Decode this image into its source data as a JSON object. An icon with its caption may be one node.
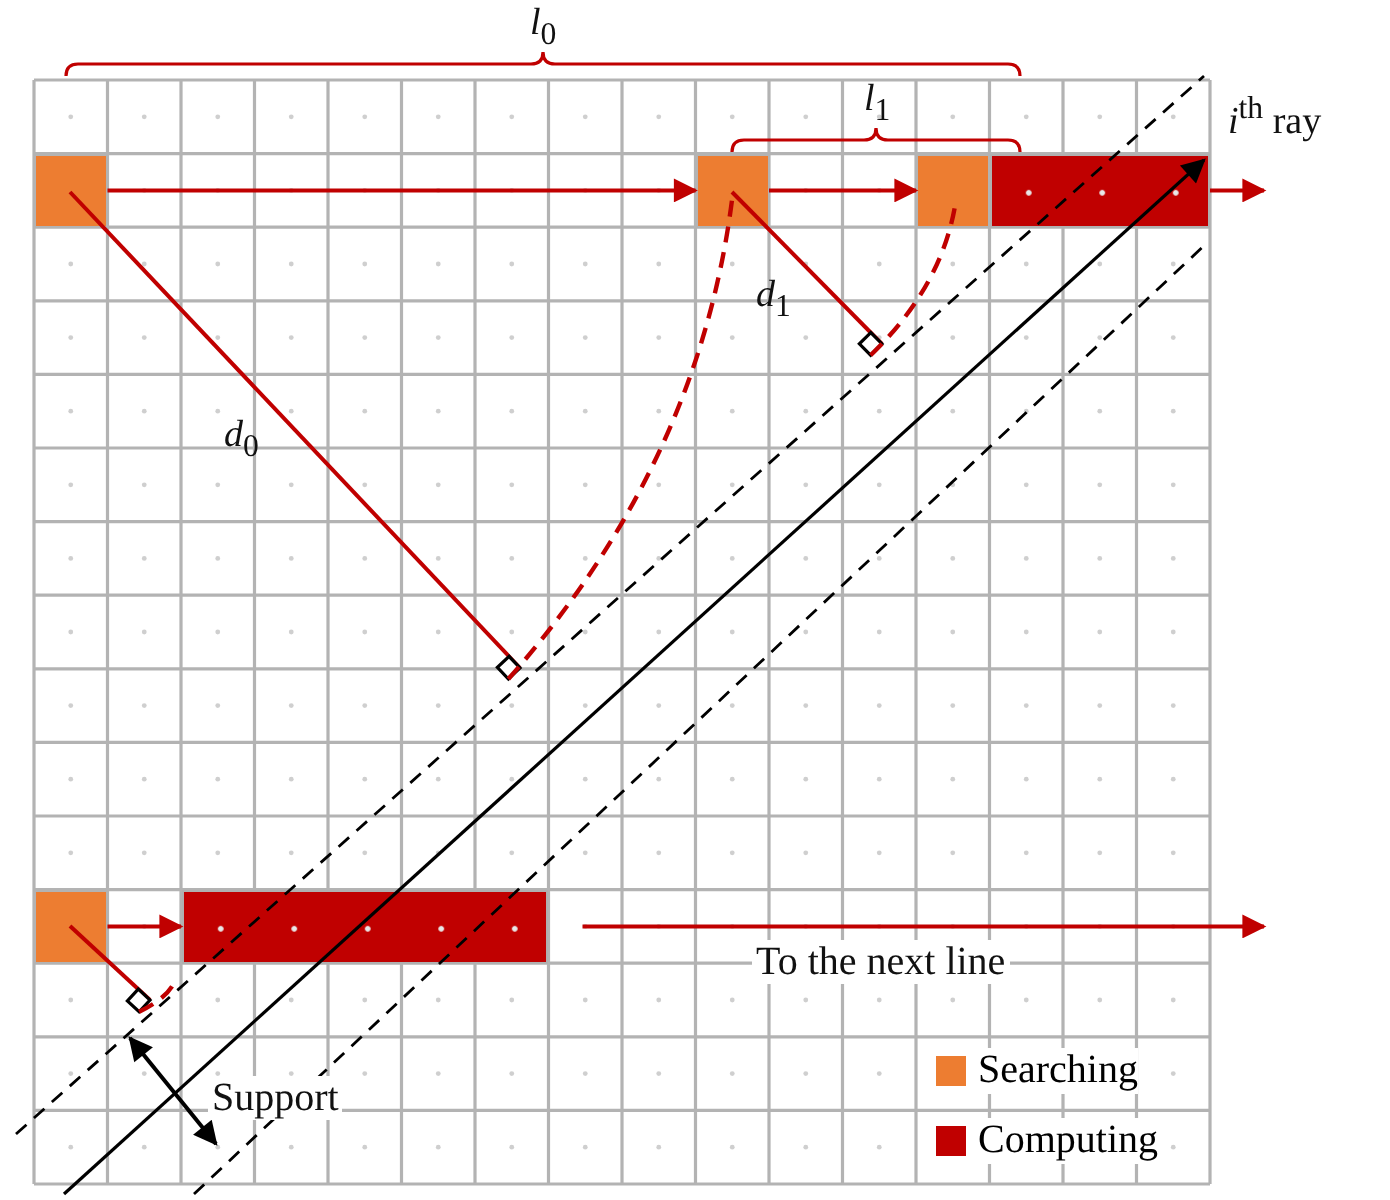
{
  "diagram": {
    "nodes": [
      {
        "text": [],
        "shape": "box"
      },
      {
        "text": [],
        "shape": "box"
      },
      {
        "text": [],
        "shape": "box"
      },
      {
        "text": [],
        "shape": "bar"
      },
      {
        "text": [],
        "shape": "box"
      },
      {
        "text": [],
        "shape": "bar"
      }
    ],
    "edges": [
      {
        "from": 0,
        "to": 1,
        "arrow": "to"
      },
      {
        "from": 1,
        "to": 2,
        "arrow": "to"
      },
      {
        "from": 3,
        "to": null,
        "arrow": "to"
      },
      {
        "from": 4,
        "to": 5,
        "arrow": "to"
      },
      {
        "from": 5,
        "to": null,
        "arrow": "to"
      }
    ],
    "labels": [
      "*l*$_{0}$",
      "*l*$_{1}$",
      "*i*$^{th}$ ray",
      "*d*$_{1}$",
      "*d*$_{0}$",
      "To the next line",
      "Support"
    ],
    "legend": [
      {
        "text": "Searching",
        "color": "#ed7d31"
      },
      {
        "text": "Computing",
        "color": "#c00000"
      }
    ]
  }
}
